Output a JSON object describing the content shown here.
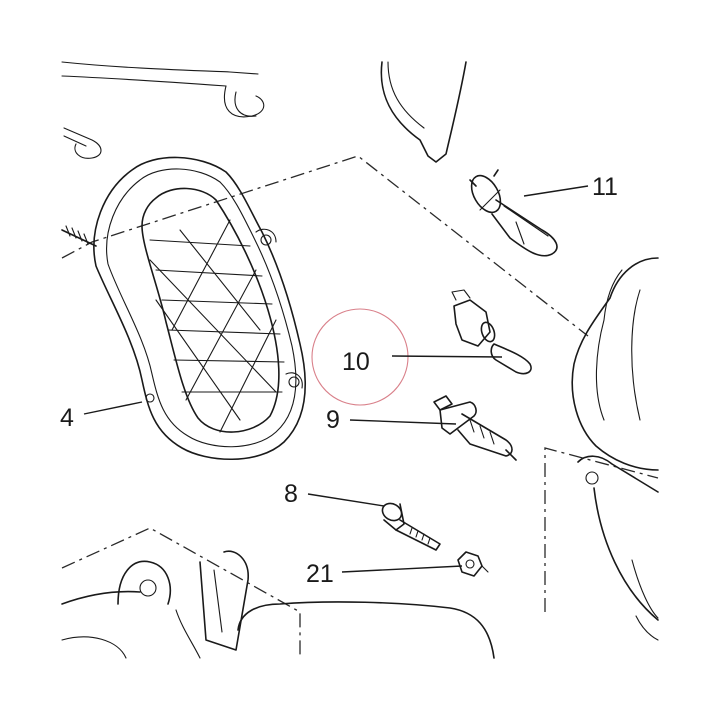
{
  "callouts": {
    "c4": "4",
    "c8": "8",
    "c9": "9",
    "c10": "10",
    "c11": "11",
    "c21": "21"
  },
  "colors": {
    "line": "#1a1a1a",
    "highlight_ring": "#d9808a",
    "background": "#ffffff"
  },
  "highlighted_part": "10"
}
